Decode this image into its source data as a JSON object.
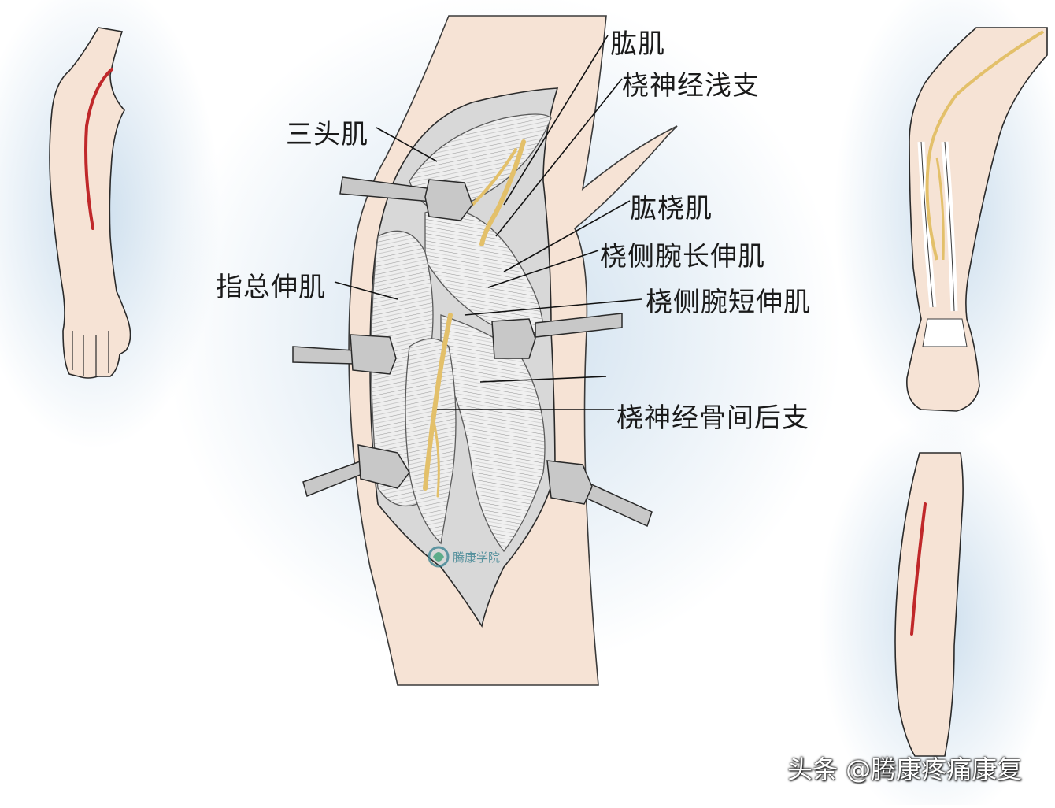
{
  "labels": {
    "brachialis": "肱肌",
    "radial_nerve_superficial": "桡神经浅支",
    "triceps": "三头肌",
    "brachioradialis": "肱桡肌",
    "ecrl": "桡侧腕长伸肌",
    "extensor_digitorum": "指总伸肌",
    "ecrb": "桡侧腕短伸肌",
    "posterior_interosseous": "桡神经骨间后支"
  },
  "watermark": "头条 @腾康疼痛康复",
  "logo_text": "腾康学院",
  "colors": {
    "background_glow": "#c9dcec",
    "skin": "#f6e3d5",
    "skin_shadow": "#e8cdbb",
    "muscle": "#ececec",
    "muscle_stroke": "#8a8a8a",
    "nerve": "#e3c06a",
    "incision": "#c0282a",
    "retractor": "#c8c8c8",
    "line": "#111111"
  }
}
